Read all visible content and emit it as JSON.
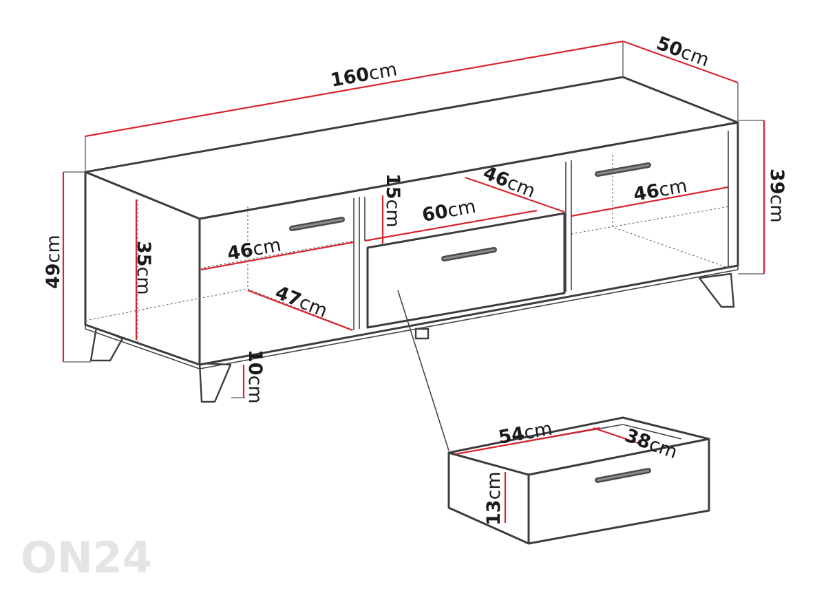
{
  "title": "",
  "dimensions": {
    "total_width": {
      "value": "160",
      "unit": "cm"
    },
    "total_depth": {
      "value": "50",
      "unit": "cm"
    },
    "total_height": {
      "value": "49",
      "unit": "cm"
    },
    "body_height": {
      "value": "39",
      "unit": "cm"
    },
    "left_shelf_width": {
      "value": "46",
      "unit": "cm"
    },
    "left_shelf_depth": {
      "value": "47",
      "unit": "cm"
    },
    "left_shelf_height": {
      "value": "35",
      "unit": "cm"
    },
    "middle_niche_height": {
      "value": "15",
      "unit": "cm"
    },
    "middle_niche_width": {
      "value": "60",
      "unit": "cm"
    },
    "middle_niche_depth": {
      "value": "46",
      "unit": "cm"
    },
    "right_shelf_width": {
      "value": "46",
      "unit": "cm"
    },
    "leg_height": {
      "value": "10",
      "unit": "cm"
    },
    "drawer_width": {
      "value": "54",
      "unit": "cm"
    },
    "drawer_depth": {
      "value": "38",
      "unit": "cm"
    },
    "drawer_height": {
      "value": "13",
      "unit": "cm"
    }
  },
  "watermark": "ON24",
  "colors": {
    "dimension_line": "#d9232e",
    "outline": "#3c3c3c",
    "handle": "#4a4a4a",
    "watermark": "#e4e4e4"
  }
}
